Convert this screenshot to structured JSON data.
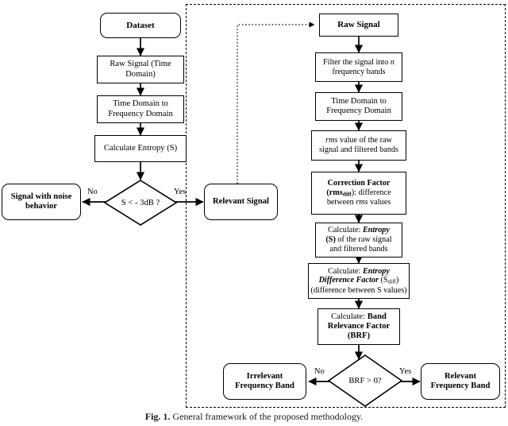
{
  "figure": {
    "caption_label": "Fig. 1.",
    "caption_text": "General framework of the proposed methodology.",
    "background_color": "#ffffff",
    "line_color": "#000000"
  },
  "left_column": {
    "nodes": [
      {
        "id": "dataset",
        "label": "Dataset",
        "shape": "rounded-rect",
        "bold": true
      },
      {
        "id": "raw-signal-time-domain",
        "label": "Raw Signal (Time Domain)",
        "shape": "rect",
        "bold": false
      },
      {
        "id": "time-to-frequency-domain",
        "label": "Time Domain to Frequency Domain",
        "shape": "rect",
        "bold": false
      },
      {
        "id": "calculate-entropy",
        "label": "Calculate Entropy (S)",
        "shape": "rect",
        "bold": false
      },
      {
        "id": "signal-with-noise-behavior",
        "label": "Signal with noise behavior",
        "shape": "rounded-rect",
        "bold": true
      },
      {
        "id": "relevant-signal",
        "label": "Relevant Signal",
        "shape": "rounded-rect",
        "bold": true
      }
    ],
    "decision": {
      "id": "entropy-threshold-decision",
      "label": "S < - 3dB ?",
      "no_label": "No",
      "yes_label": "Yes"
    }
  },
  "right_column": {
    "nodes": [
      {
        "id": "raw-signal",
        "label": "Raw Signal",
        "shape": "rect",
        "bold": true
      },
      {
        "id": "filter-signal-bands",
        "label": "Filter the signal into n frequency bands",
        "shape": "rect"
      },
      {
        "id": "time-to-frequency-domain-2",
        "label": "Time Domain to Frequency Domain",
        "shape": "rect"
      },
      {
        "id": "rms-value",
        "label": "rms value of the raw signal and filtered bands",
        "shape": "rect"
      },
      {
        "id": "correction-factor",
        "label": "Correction Factor (rmsdiff): difference between rms values",
        "shape": "rect"
      },
      {
        "id": "calculate-entropy-bands",
        "label": "Calculate: Entropy (S) of the raw signal and filtered bands",
        "shape": "rect"
      },
      {
        "id": "entropy-difference-factor",
        "label": "Calculate: Entropy Difference Factor (Sdiff) (difference between S values)",
        "shape": "rect"
      },
      {
        "id": "band-relevance-factor",
        "label": "Calculate: Band Relevance Factor (BRF)",
        "shape": "rect"
      },
      {
        "id": "irrelevant-frequency-band",
        "label": "Irrelevant Frequency Band",
        "shape": "rounded-rect",
        "bold": true
      },
      {
        "id": "relevant-frequency-band",
        "label": "Relevant Frequency Band",
        "shape": "rounded-rect",
        "bold": true
      }
    ],
    "decision": {
      "id": "brf-decision",
      "label": "BRF > 0?",
      "no_label": "No",
      "yes_label": "Yes"
    }
  },
  "text": {
    "dataset": "Dataset",
    "raw_signal_time_line1": "Raw Signal (Time",
    "raw_signal_time_line2": "Domain)",
    "time_freq_line1": "Time Domain to",
    "time_freq_line2": "Frequency Domain",
    "calculate_entropy": "Calculate Entropy (S)",
    "decision_left": "S < - 3dB ?",
    "label_no": "No",
    "label_yes": "Yes",
    "signal_noise_line1": "Signal with noise",
    "signal_noise_line2": "behavior",
    "relevant_signal": "Relevant Signal",
    "raw_signal": "Raw Signal",
    "filter_line1_a": "Filter the signal into ",
    "filter_line1_italic": "n",
    "filter_line2": "frequency bands",
    "time_freq2_line1": "Time Domain to",
    "time_freq2_line2": "Frequency Domain",
    "rms_italic": "rms",
    "rms_line1_rest": " value of the raw",
    "rms_line2": "signal and filtered bands",
    "correction_title": "Correction Factor",
    "correction_line2_bold": "rms",
    "correction_line2_sub": "diff",
    "correction_line2_rest": "): difference",
    "correction_line3_a": "between ",
    "correction_line3_italic": "rms",
    "correction_line3_b": " values",
    "calc_entropy_prefix": "Calculate: ",
    "calc_entropy_bolditalic": "Entropy",
    "calc_entropy_line2_bold": "(S)",
    "calc_entropy_line2_rest": " of the raw signal",
    "calc_entropy_line3": "and filtered bands",
    "edf_prefix": "Calculate: ",
    "edf_bolditalic1": "Entropy",
    "edf_bolditalic2": "Difference Factor",
    "edf_sub_open": " (S",
    "edf_sub": "diff",
    "edf_sub_close": ")",
    "edf_line3": "(difference between S values)",
    "brf_prefix": "Calculate: ",
    "brf_bold1": "Band",
    "brf_bold2": "Relevance Factor",
    "brf_bold3": "(BRF)",
    "decision_right": "BRF > 0?",
    "irrelevant_line1": "Irrelevant",
    "irrelevant_line2": "Frequency Band",
    "relevant_band_line1": "Relevant",
    "relevant_band_line2": "Frequency Band",
    "caption_label": "Fig. 1.",
    "caption_body": "General framework of the proposed methodology."
  }
}
